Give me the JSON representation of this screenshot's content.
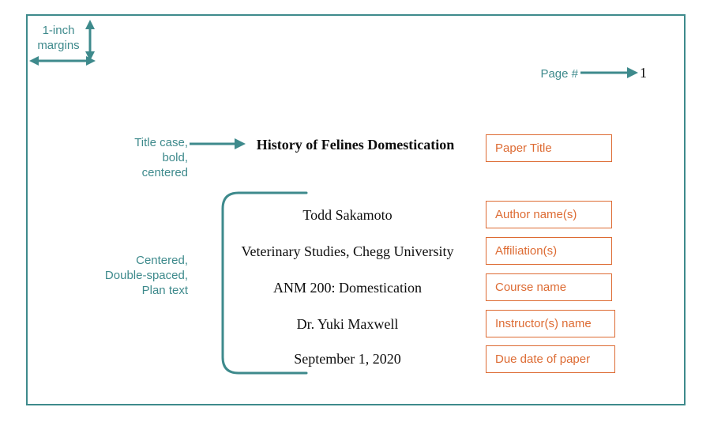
{
  "colors": {
    "teal": "#3E8A8C",
    "orange": "#DD6B33",
    "document_text": "#0d0d0d",
    "page_background": "#ffffff"
  },
  "annotations": {
    "margins": "1-inch\nmargins",
    "page_number_label": "Page #",
    "title_rules": "Title case,\nbold,\ncentered",
    "body_rules": "Centered,\nDouble-spaced,\nPlan text"
  },
  "document": {
    "page_number": "1",
    "title": "History of Felines Domestication",
    "lines": [
      "Todd Sakamoto",
      "Veterinary Studies, Chegg University",
      "ANM 200: Domestication",
      "Dr. Yuki Maxwell",
      "September 1, 2020"
    ]
  },
  "callouts": [
    "Paper Title",
    "Author name(s)",
    "Affiliation(s)",
    "Course name",
    "Instructor(s) name",
    "Due date of paper"
  ],
  "icons": {
    "vertical_double_arrow": "vertical-double-arrow-icon",
    "horizontal_double_arrow": "horizontal-double-arrow-icon",
    "pointer_arrow": "pointer-arrow-icon",
    "brace": "curly-brace-icon"
  }
}
